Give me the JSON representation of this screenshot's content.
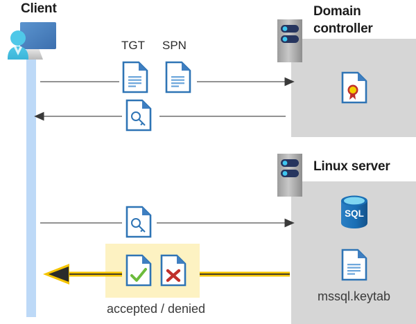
{
  "diagram": {
    "title_client": "Client",
    "title_domain_controller": "Domain\ncontroller",
    "title_linux_server": "Linux server",
    "labels": {
      "tgt": "TGT",
      "spn": "SPN",
      "keytab_file": "mssql.keytab",
      "accepted_denied": "accepted / denied"
    },
    "icons": {
      "client": "client-workstation-user-icon",
      "server_dc": "server-rack-icon",
      "server_linux": "server-rack-icon",
      "doc_tgt": "document-icon",
      "doc_spn": "document-icon",
      "doc_key_response": "document-key-icon",
      "doc_key_request": "document-key-icon",
      "doc_certificate": "document-certificate-seal-icon",
      "doc_keytab": "document-icon",
      "doc_accepted": "document-check-icon",
      "doc_denied": "document-cross-icon",
      "database": "sql-database-icon"
    },
    "database_label": "SQL",
    "colors": {
      "lifeline": "#bdd9f7",
      "panel_gray": "#d6d6d6",
      "highlight_yellow": "#fdf2c2",
      "doc_border_blue": "#2e74b5",
      "accent_blue": "#3f7fc1",
      "arrow_gray": "#595959",
      "arrow_yellow": "#f5c400",
      "arrow_yellow_core": "#2b2b2b",
      "check_green": "#6cbb3c",
      "cross_red": "#c0302b",
      "seal_red": "#c0302b",
      "seal_yellow": "#f5d000",
      "sql_blue": "#1a6fb5",
      "sql_top": "#7fd6f2",
      "server_navy": "#26355e",
      "server_dot": "#3ec6f0",
      "title_text": "#1c1c1c",
      "caption_text": "#3a3a3a"
    },
    "flows": [
      {
        "id": "flow-1",
        "direction": "client-to-dc",
        "artifacts": [
          "TGT",
          "SPN"
        ]
      },
      {
        "id": "flow-2",
        "direction": "dc-to-client",
        "artifacts": [
          "service ticket"
        ]
      },
      {
        "id": "flow-3",
        "direction": "client-to-linux",
        "artifacts": [
          "service ticket"
        ]
      },
      {
        "id": "flow-4",
        "direction": "linux-to-client",
        "artifacts": [
          "accepted",
          "denied"
        ]
      }
    ]
  }
}
